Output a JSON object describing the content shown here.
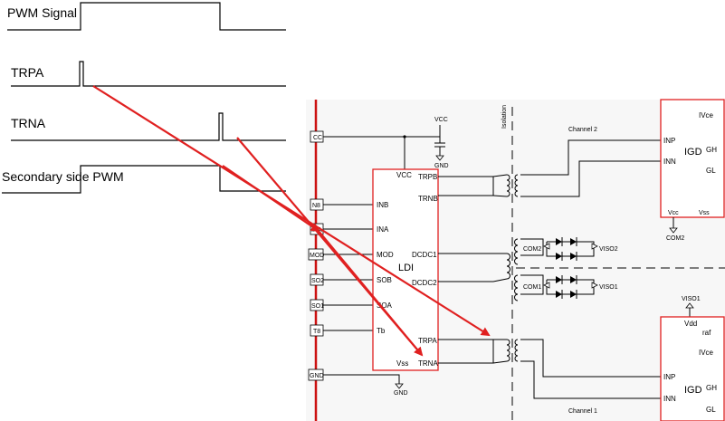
{
  "waveforms": {
    "pwm_signal": "PWM Signal",
    "trpa": "TRPA",
    "trna": "TRNA",
    "secondary_pwm": "Secondary side PWM"
  },
  "schematic": {
    "isolation_label": "Isolation",
    "connectors": [
      "CC",
      "N8",
      "INA",
      "MOD",
      "SO2",
      "SO1",
      "T8",
      "GND"
    ],
    "vcc_label": "VCC",
    "gnd_label": "GND",
    "ldi": {
      "name": "LDI",
      "vcc": "VCC",
      "inb": "INB",
      "ina": "INA",
      "mod": "MOD",
      "sob": "SOB",
      "soa": "SOA",
      "tb": "Tb",
      "vss": "Vss",
      "trpb": "TRPB",
      "trnb": "TRNB",
      "dcdc1": "DCDC1",
      "dcdc2": "DCDC2",
      "trpa": "TRPA",
      "trna": "TRNA"
    },
    "channel2": "Channel 2",
    "channel1": "Channel 1",
    "com2": "COM2",
    "viso2": "VISO2",
    "com1": "COM1",
    "viso1": "VISO1",
    "igd_top": {
      "name": "IGD",
      "ivce": "IVce",
      "inp": "INP",
      "inn": "INN",
      "gh": "GH",
      "gl": "GL",
      "vcc": "Vcc",
      "vss": "Vss",
      "com2": "COM2"
    },
    "igd_bottom": {
      "name": "IGD",
      "viso1": "VISO1",
      "vdd": "Vdd",
      "ref": "raf",
      "ivce": "IVce",
      "inp": "INP",
      "inn": "INN",
      "gh": "GH",
      "gl": "GL"
    }
  },
  "colors": {
    "arrow": "#e02020",
    "rail": "#cc1111",
    "box_border": "#e02020"
  }
}
